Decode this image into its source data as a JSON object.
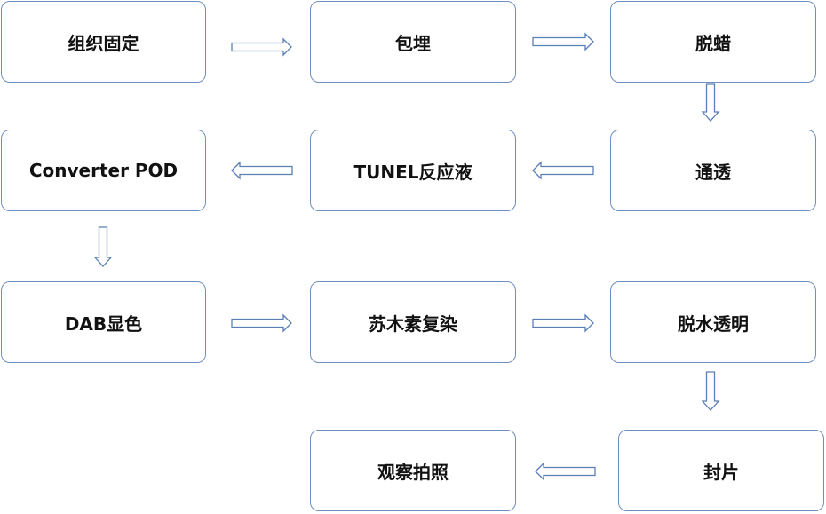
{
  "steps": [
    {
      "id": "s1",
      "label": "组织固定"
    },
    {
      "id": "s2",
      "label": "包埋"
    },
    {
      "id": "s3",
      "label": "脱蜡"
    },
    {
      "id": "s4",
      "label": "通透"
    },
    {
      "id": "s5",
      "label": "TUNEL反应液"
    },
    {
      "id": "s6",
      "label": "Converter POD"
    },
    {
      "id": "s7",
      "label": "DAB显色"
    },
    {
      "id": "s8",
      "label": "苏木素复染"
    },
    {
      "id": "s9",
      "label": "脱水透明"
    },
    {
      "id": "s10",
      "label": "封片"
    },
    {
      "id": "s11",
      "label": "观察拍照"
    }
  ],
  "colors": {
    "box_border": "#6f8fbf",
    "arrow_stroke": "#5a7fb5",
    "text": "#111111"
  }
}
